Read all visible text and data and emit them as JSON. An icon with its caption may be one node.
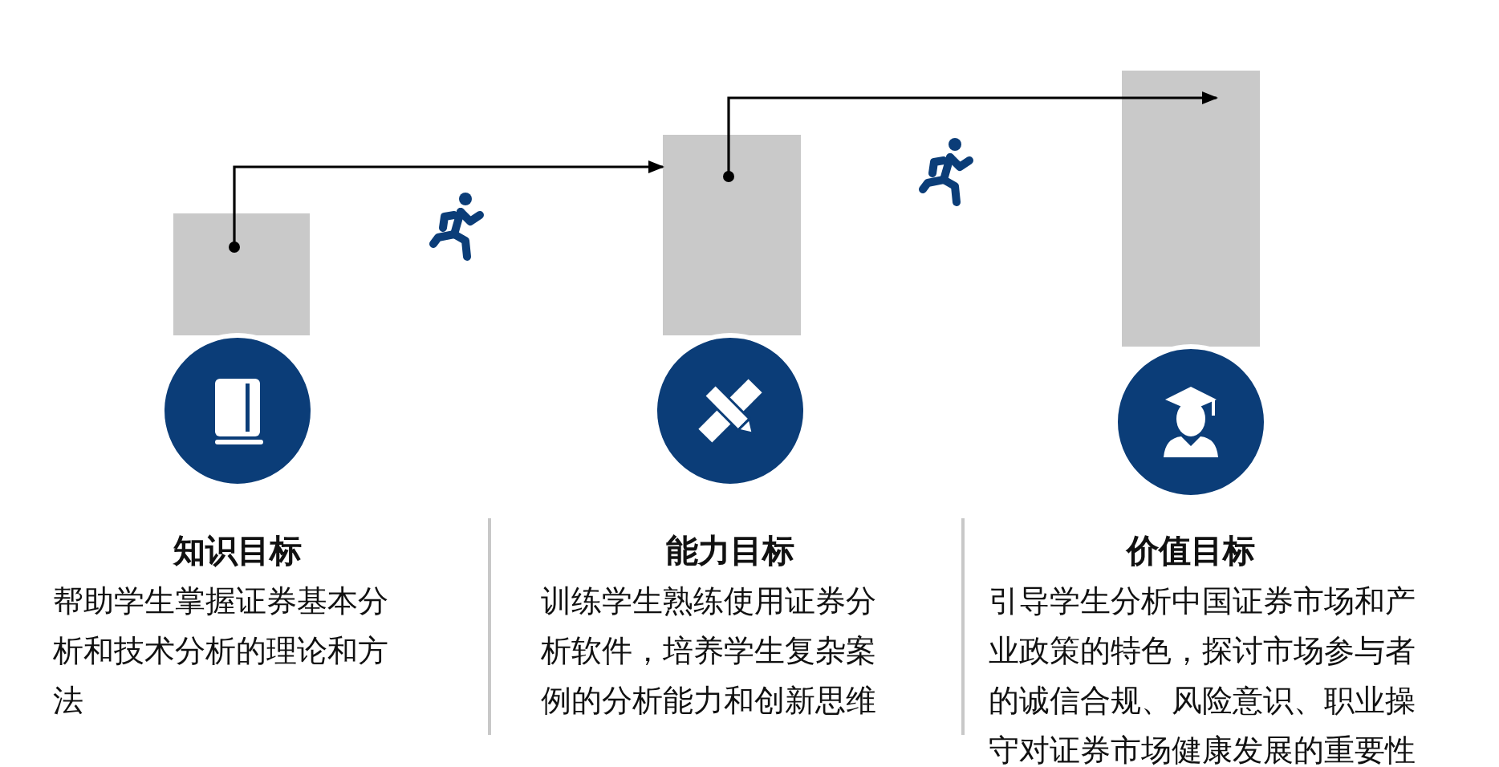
{
  "diagram": {
    "nodes": [
      {
        "text": [],
        "shape": "bar"
      },
      {
        "text": [],
        "shape": "bar"
      },
      {
        "text": [],
        "shape": "bar"
      }
    ],
    "edges": [
      {
        "from": 0,
        "to": 1,
        "arrow": "to"
      },
      {
        "from": 1,
        "to": 2,
        "arrow": "to"
      }
    ],
    "labels": [
      "知识目标",
      "帮助学生掌握证券基本分析和技术分析的理论和方法",
      "能力目标",
      "训练学生熟练使用证券分析软件，培养学生复杂案例的分析能力和创新思维",
      "价值目标",
      "引导学生分析中国证券市场和产业政策的特色，探讨市场参与者的诚信合规、风险意识、职业操守对证券市场健康发展的重要性"
    ]
  }
}
